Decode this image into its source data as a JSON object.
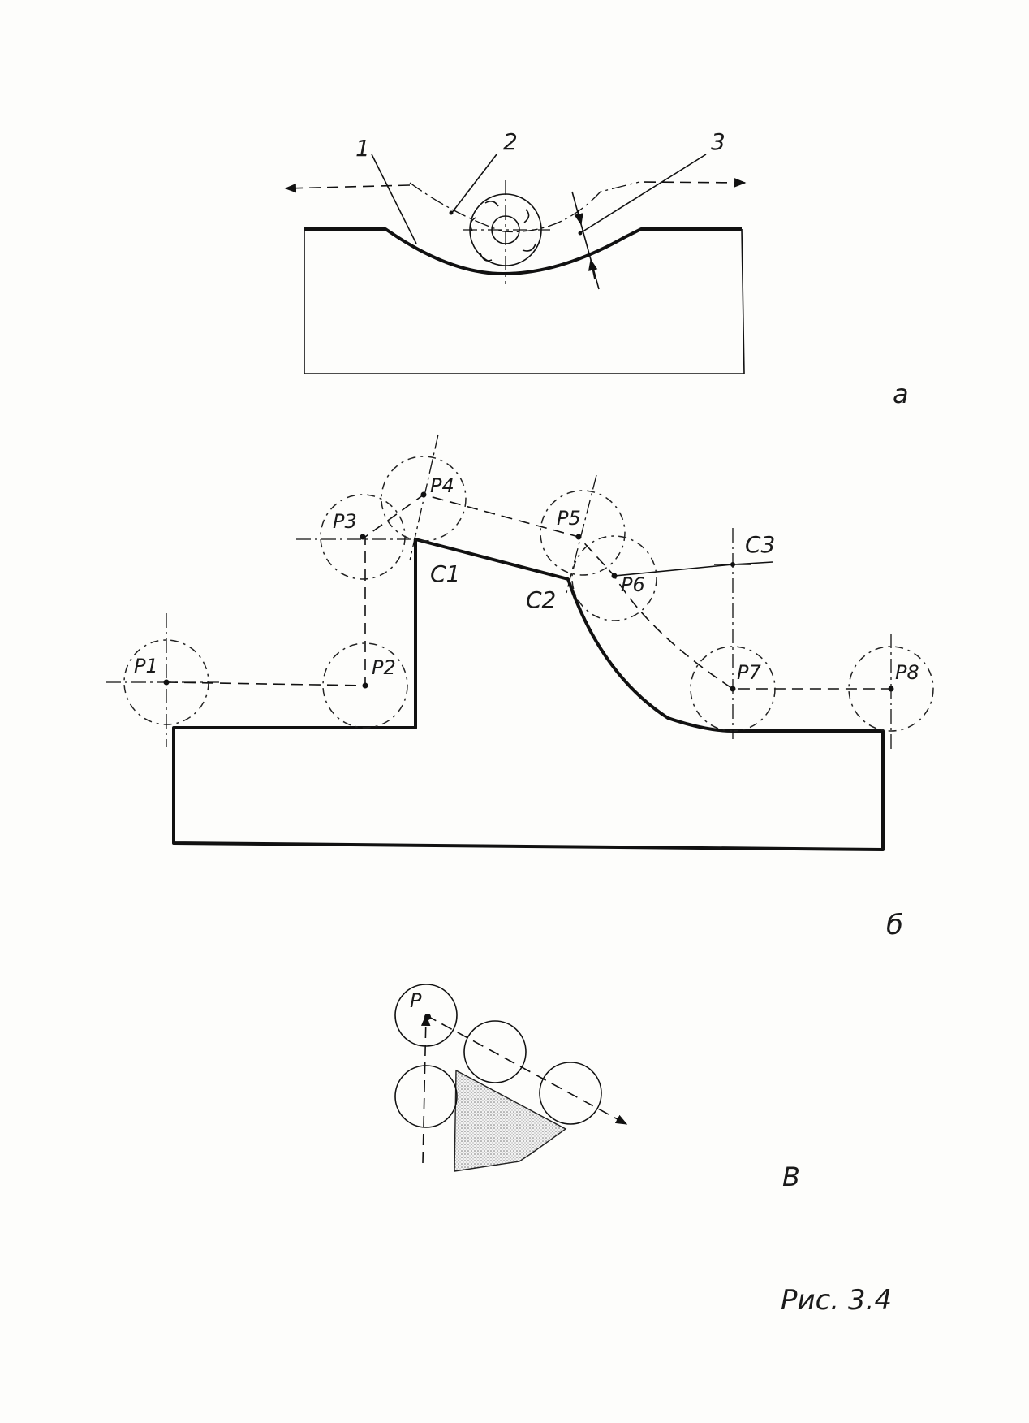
{
  "panel_a": {
    "label": "а",
    "leaders": [
      "1",
      "2",
      "3"
    ]
  },
  "panel_b": {
    "label": "б",
    "points": [
      "P1",
      "P2",
      "P3",
      "P4",
      "P5",
      "P6",
      "P7",
      "P8"
    ],
    "corners": [
      "C1",
      "C2",
      "C3"
    ]
  },
  "panel_c": {
    "label": "В",
    "point": "P"
  },
  "caption": "Рис. 3.4"
}
